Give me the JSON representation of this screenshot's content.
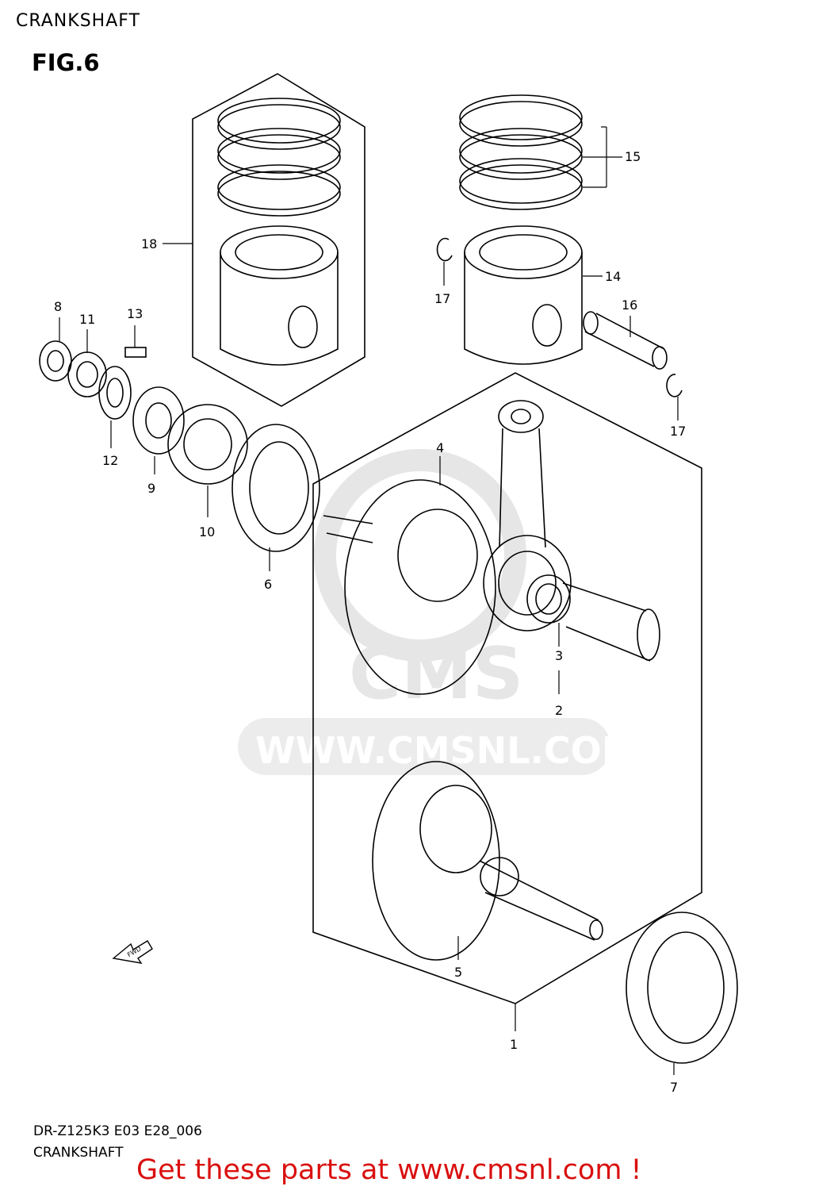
{
  "header": {
    "title": "CRANKSHAFT"
  },
  "figure": {
    "label": "FIG.6"
  },
  "footer": {
    "model": "DR-Z125K3 E03 E28_006",
    "subtitle": "CRANKSHAFT",
    "promo": "Get these parts at www.cmsnl.com !"
  },
  "watermark": {
    "brand": "CMS",
    "url": "WWW.CMSNL.COM"
  },
  "arrow": {
    "label": "FWD"
  },
  "callouts": {
    "c1": "1",
    "c2": "2",
    "c3": "3",
    "c4": "4",
    "c5": "5",
    "c6": "6",
    "c7": "7",
    "c8": "8",
    "c9": "9",
    "c10": "10",
    "c11": "11",
    "c12": "12",
    "c13": "13",
    "c14": "14",
    "c15": "15",
    "c16": "16",
    "c17a": "17",
    "c17b": "17",
    "c18": "18"
  },
  "colors": {
    "promo": "#d9100f",
    "watermark": "#e6e6e6",
    "line": "#000000"
  }
}
